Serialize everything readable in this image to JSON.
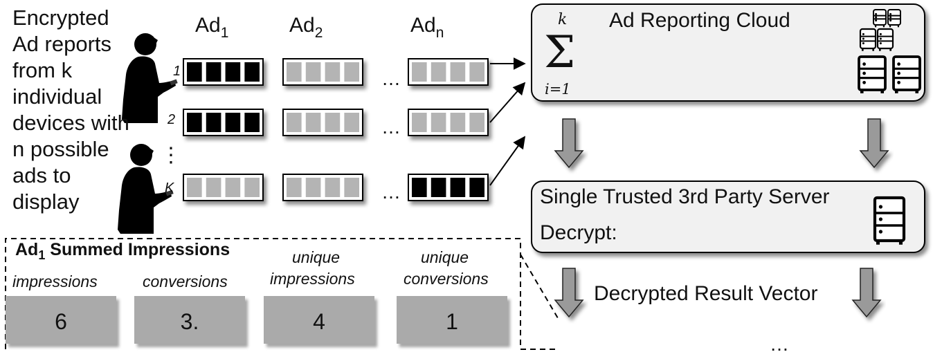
{
  "intro": {
    "lines": [
      "Encrypted",
      "Ad reports",
      "from k",
      "individual",
      "devices with",
      "n possible",
      "ads to",
      "display"
    ]
  },
  "columns": {
    "ad1": {
      "base": "Ad",
      "sub": "1"
    },
    "ad2": {
      "base": "Ad",
      "sub": "2"
    },
    "adn": {
      "base": "Ad",
      "sub": "n"
    }
  },
  "rows": [
    {
      "index": "1",
      "vectors": [
        "filled",
        "light",
        "light"
      ]
    },
    {
      "index": "2",
      "vectors": [
        "filled",
        "light",
        "light"
      ]
    },
    {
      "index": "K",
      "vectors": [
        "light",
        "light",
        "filled"
      ]
    }
  ],
  "ellipsis": "…",
  "vdots": "⋮",
  "reporting_cloud": {
    "title": "Ad Reporting Cloud",
    "sum_upper": "k",
    "sum_lower": "i=1",
    "vectors": [
      "filled",
      "light",
      "filled"
    ]
  },
  "transfer_vectors": [
    "filled",
    "light",
    "filled"
  ],
  "trusted_server": {
    "title": "Single Trusted 3rd Party Server",
    "decrypt_label": "Decrypt:",
    "vectors": [
      "filled",
      "light",
      "filled"
    ]
  },
  "result": {
    "label": "Decrypted Result Vector",
    "vectors": [
      "filled",
      "light",
      "filled"
    ]
  },
  "summary": {
    "title_base": "Ad",
    "title_sub": "1",
    "title_rest": "Summed Impressions",
    "metrics": [
      {
        "label_lines": [
          "impressions"
        ],
        "value": "6"
      },
      {
        "label_lines": [
          "conversions"
        ],
        "value": "3."
      },
      {
        "label_lines": [
          "unique",
          "impressions"
        ],
        "value": "4"
      },
      {
        "label_lines": [
          "unique",
          "conversions"
        ],
        "value": "1"
      }
    ]
  },
  "icons": [
    "person-silhouette-icon",
    "server-rack-icon"
  ],
  "colors": {
    "filled_cell": "#000000",
    "light_cell": "#b4b4b4",
    "metric_box": "#aaaaaa",
    "box_border": "#000000"
  }
}
